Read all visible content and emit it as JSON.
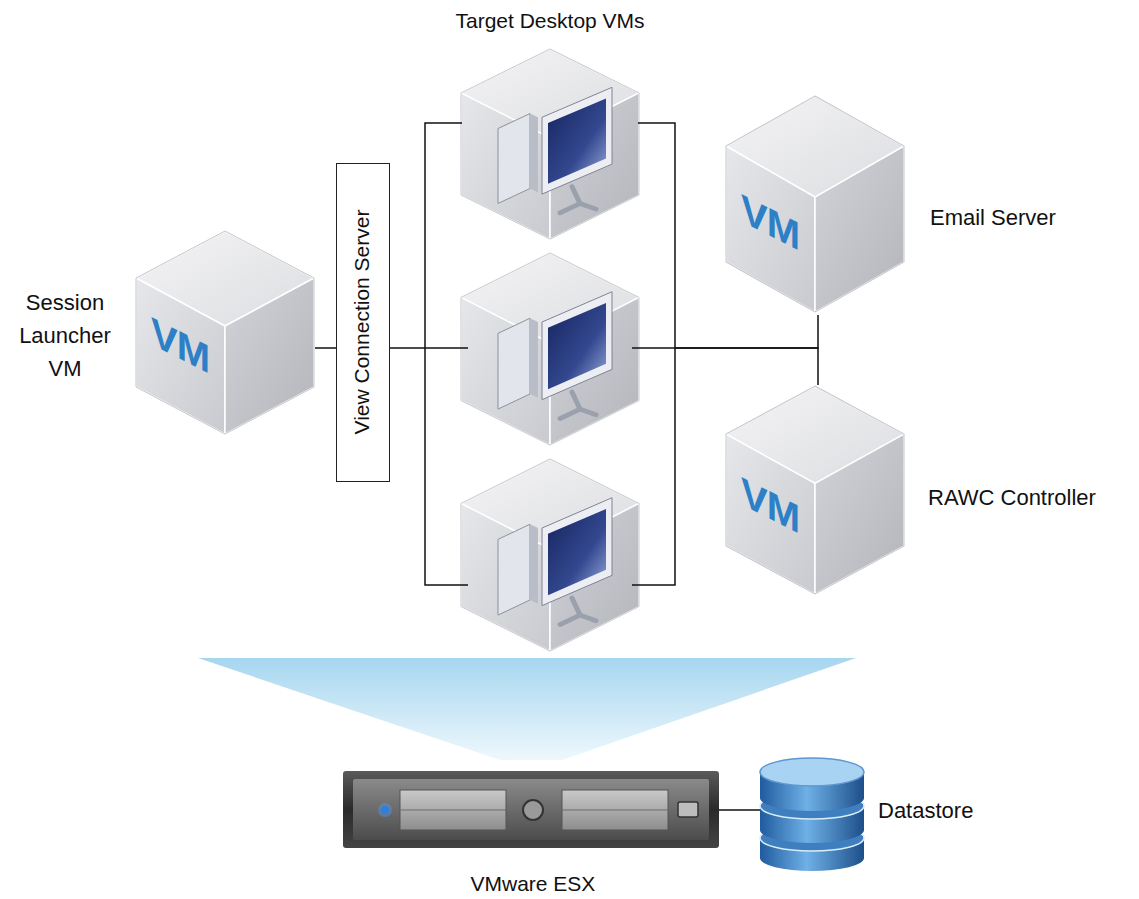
{
  "diagram": {
    "nodes": [
      {
        "text": [
          "Session Launcher VM",
          "VM"
        ]
      },
      {
        "text": [
          "View Connection Server"
        ]
      },
      {
        "text": [
          "Target Desktop VMs"
        ]
      },
      {
        "text": [
          "Email Server",
          "VM"
        ]
      },
      {
        "text": [
          "RAWC Controller",
          "VM"
        ]
      },
      {
        "text": [
          "VMware ESX"
        ]
      },
      {
        "text": [
          "Datastore"
        ]
      }
    ],
    "edges": [
      {
        "from": 0,
        "to": 1,
        "arrow": "none"
      },
      {
        "from": 1,
        "to": 2,
        "arrow": "none"
      },
      {
        "from": 2,
        "to": 3,
        "arrow": "none"
      },
      {
        "from": 2,
        "to": 4,
        "arrow": "none"
      },
      {
        "from": 5,
        "to": 6,
        "arrow": "none"
      }
    ]
  }
}
